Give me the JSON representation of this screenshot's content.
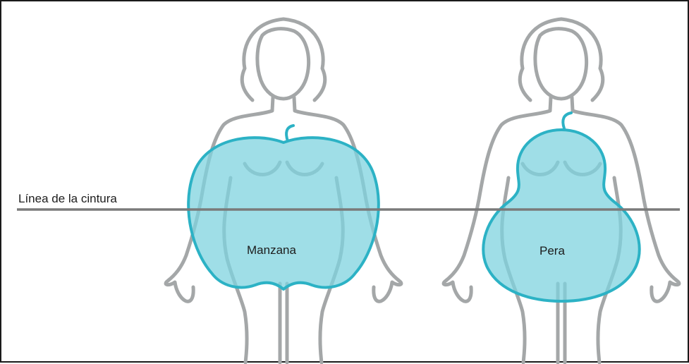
{
  "diagram": {
    "waist_line_label": "Línea de la cintura",
    "shapes": [
      {
        "label": "Manzana",
        "icon": "apple-shape-icon"
      },
      {
        "label": "Pera",
        "icon": "pear-shape-icon"
      }
    ],
    "colors": {
      "fruit_fill": "#7fd3df",
      "fruit_stroke": "#2cb2c5",
      "body_outline": "#a4a7a8",
      "waist_line": "#7a7a7a",
      "frame": "#1a1a1a"
    }
  }
}
